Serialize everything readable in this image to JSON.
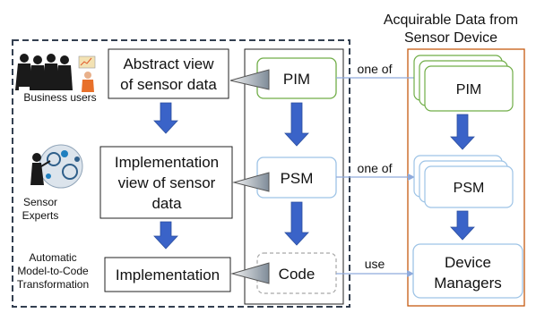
{
  "right_title": [
    "Acquirable Data from",
    "Sensor Device"
  ],
  "actors": {
    "business": "Business users",
    "sensor": [
      "Sensor",
      "Experts"
    ],
    "auto": [
      "Automatic",
      "Model-to-Code",
      "Transformation"
    ]
  },
  "views": {
    "abstract": [
      "Abstract view",
      "of sensor data"
    ],
    "implementation": [
      "Implementation",
      "view of sensor",
      "data"
    ],
    "impl": "Implementation"
  },
  "models": {
    "pim": "PIM",
    "psm": "PSM",
    "code": "Code"
  },
  "device": {
    "pim": "PIM",
    "psm": "PSM",
    "managers": [
      "Device",
      "Managers"
    ]
  },
  "links": {
    "pim": "one of",
    "psm": "one of",
    "code": "use"
  },
  "colors": {
    "arrow_blue": "#3a63c8",
    "pim_green": "#70ad47",
    "psm_blue": "#9dc3e6",
    "code_gray": "#a6a6a6",
    "device_orange": "#c55a11",
    "dashed_border": "#333f50",
    "connector": "#8faadc"
  }
}
